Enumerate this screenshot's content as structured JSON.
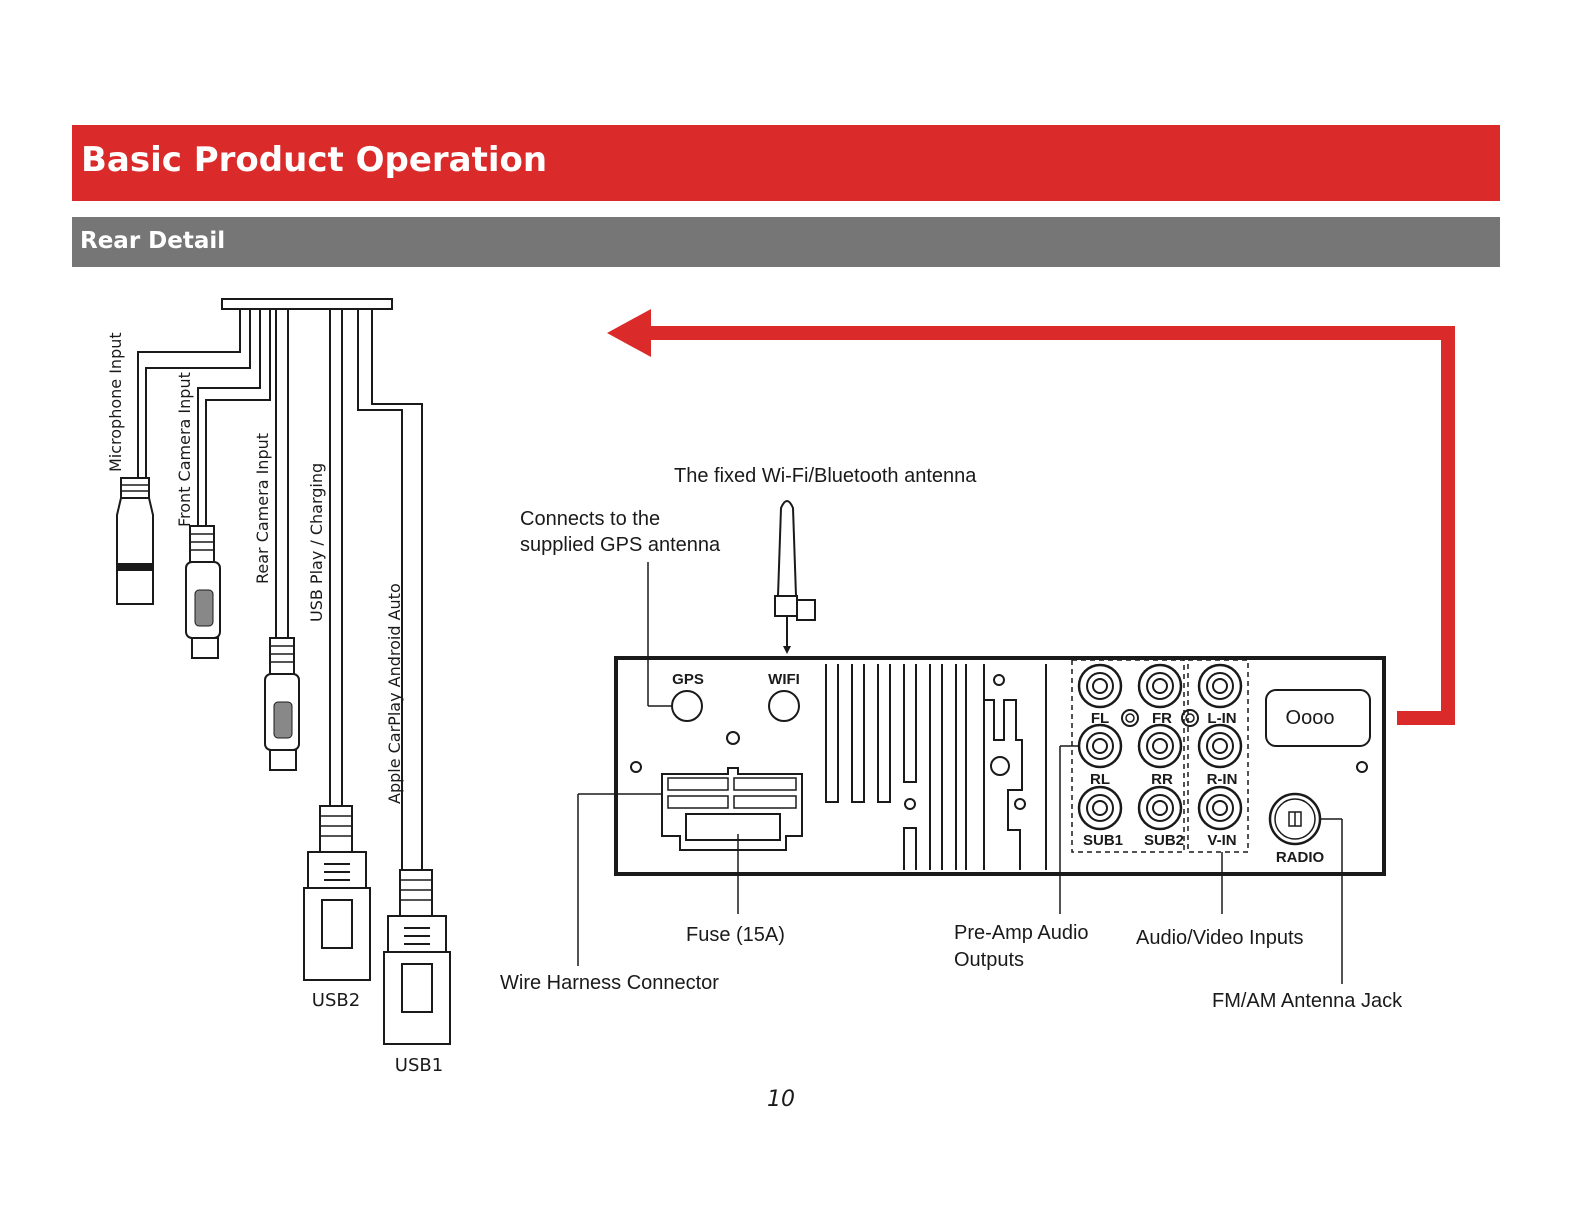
{
  "header": {
    "title": "Basic Product Operation",
    "subtitle": "Rear Detail"
  },
  "cables": [
    {
      "label": "Microphone Input"
    },
    {
      "label": "Front Camera Input"
    },
    {
      "label": "Rear Camera Input"
    },
    {
      "label": "USB Play / Charging"
    },
    {
      "label": "Apple CarPlay   Android Auto"
    }
  ],
  "usb": {
    "usb2": "USB2",
    "usb1": "USB1"
  },
  "callouts": {
    "wifi_antenna": "The fixed Wi-Fi/Bluetooth antenna",
    "gps_line1": "Connects to the",
    "gps_line2": "supplied GPS antenna",
    "fuse": "Fuse (15A)",
    "harness": "Wire Harness Connector",
    "preamp_line1": "Pre-Amp Audio",
    "preamp_line2": "Outputs",
    "av_inputs": "Audio/Video Inputs",
    "antenna_jack": "FM/AM Antenna Jack"
  },
  "panel": {
    "gps": "GPS",
    "wifi": "WIFI",
    "fl": "FL",
    "fr": "FR",
    "l_in": "L-IN",
    "rl": "RL",
    "rr": "RR",
    "r_in": "R-IN",
    "sub1": "SUB1",
    "sub2": "SUB2",
    "v_in": "V-IN",
    "radio": "RADIO",
    "port": "Oooo"
  },
  "page_number": "10",
  "colors": {
    "accent_red": "#db2a2a",
    "header_gray": "#767676",
    "line": "#1a1a1a"
  }
}
